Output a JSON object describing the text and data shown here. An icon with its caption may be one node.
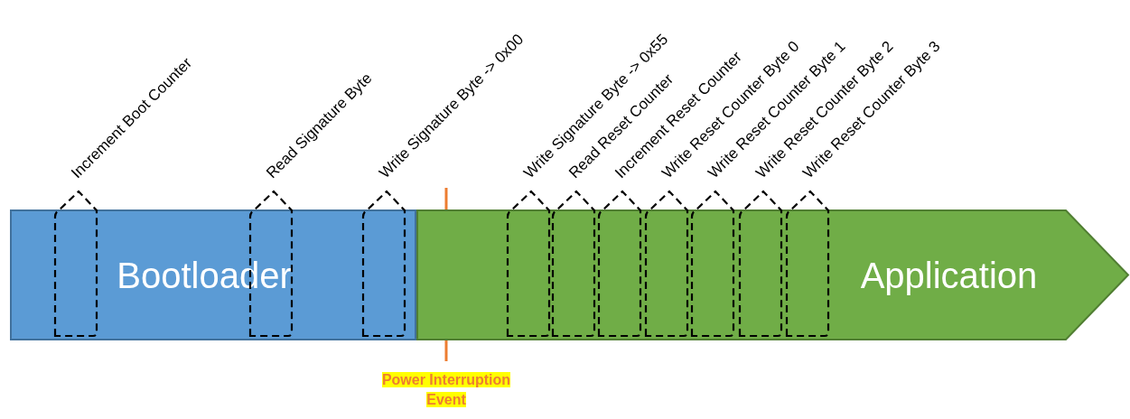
{
  "diagram": {
    "nodes": [
      {
        "text": [
          "Bootloader"
        ]
      },
      {
        "text": [
          "Application"
        ]
      },
      {
        "text": [
          "Increment Boot Counter"
        ]
      },
      {
        "text": [
          "Read Signature Byte"
        ]
      },
      {
        "text": [
          "Write Signature Byte -> 0x00"
        ]
      },
      {
        "text": [
          "Write Signature Byte -> 0x55"
        ]
      },
      {
        "text": [
          "Read Reset Counter"
        ]
      },
      {
        "text": [
          "Increment Reset Counter"
        ]
      },
      {
        "text": [
          "Write Reset Counter Byte 0"
        ]
      },
      {
        "text": [
          "Write Reset Counter Byte 1"
        ]
      },
      {
        "text": [
          "Write Reset Counter Byte 2"
        ]
      },
      {
        "text": [
          "Write Reset Counter Byte 3"
        ]
      }
    ],
    "labels": [
      "Power Interruption Event"
    ]
  }
}
